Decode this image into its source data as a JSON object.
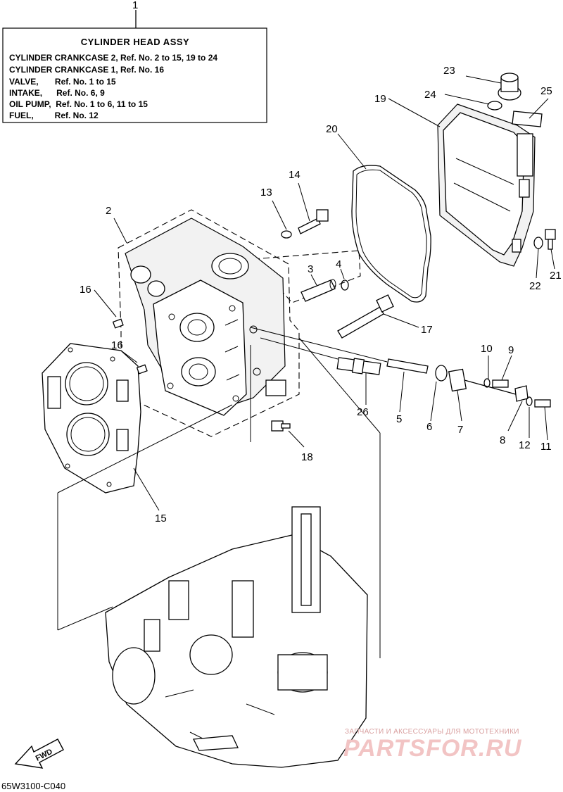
{
  "legend": {
    "number": "1",
    "title": "CYLINDER  HEAD ASSY",
    "lines": [
      "CYLINDER CRANKCASE 2, Ref. No. 2 to 15, 19 to 24",
      "CYLINDER CRANKCASE 1, Ref. No. 16",
      "VALVE,       Ref. No. 1 to 15",
      "INTAKE,      Ref. No. 6, 9",
      "OIL PUMP,  Ref. No. 1 to 6, 11 to 15",
      "FUEL,         Ref. No. 12"
    ]
  },
  "callouts": {
    "n2": "2",
    "n3": "3",
    "n4": "4",
    "n5": "5",
    "n6": "6",
    "n7": "7",
    "n8": "8",
    "n9": "9",
    "n10": "10",
    "n11": "11",
    "n12": "12",
    "n13": "13",
    "n14": "14",
    "n15": "15",
    "n16a": "16",
    "n16b": "16",
    "n17": "17",
    "n18": "18",
    "n19": "19",
    "n20": "20",
    "n21": "21",
    "n22": "22",
    "n23": "23",
    "n24": "24",
    "n25": "25",
    "n26": "26"
  },
  "fwd_label": "FWD",
  "diagram_code": "65W3100-C040",
  "watermark": {
    "tagline": "ЗАПЧАСТИ И АКСЕССУАРЫ ДЛЯ МОТОТЕХНИКИ",
    "brand": "PARTSFOR.RU"
  }
}
